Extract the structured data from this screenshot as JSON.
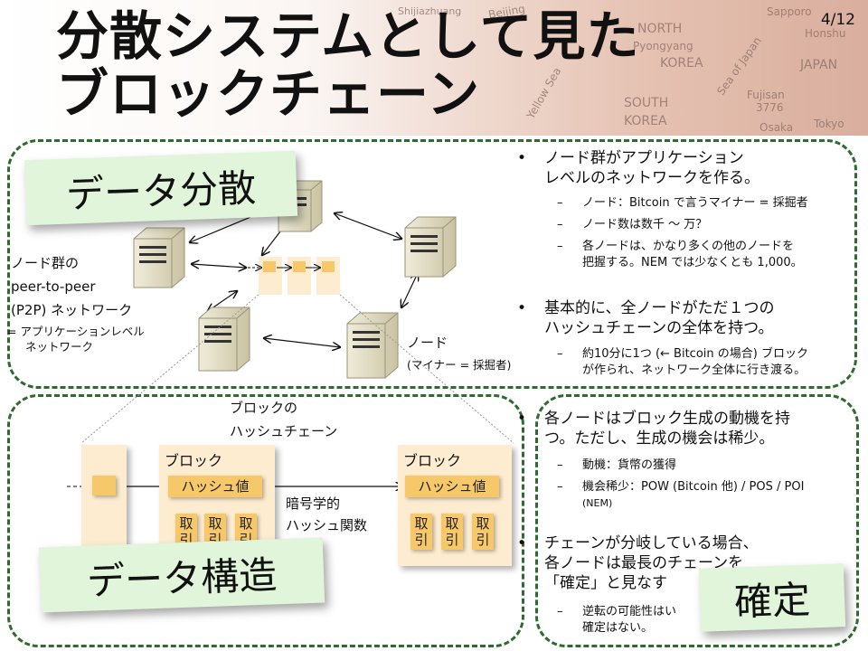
{
  "slide": {
    "title_line1": "分散システムとして見た",
    "title_line2": "ブロックチェーン",
    "page": "4/12"
  },
  "map_labels": [
    "Beijing",
    "NORTH",
    "Pyongyang",
    "KOREA",
    "SOUTH",
    "KOREA",
    "JAPAN",
    "Honshu",
    "Sea of Japan",
    "Sapporo",
    "Tokyo",
    "Osaka",
    "Fujisan",
    "3776",
    "Yellow Sea",
    "Shijiazhuang"
  ],
  "data_distribution": {
    "label": "データ分散",
    "p2p_line1": "ノード群の",
    "p2p_line2": "peer-to-peer",
    "p2p_line3": "(P2P) ネットワーク",
    "p2p_note1": "= アプリケーションレベル",
    "p2p_note2": "ネットワーク",
    "node_label": "ノード",
    "node_note": "(マイナー = 採掘者)"
  },
  "bullets_top": {
    "b1_line1": "ノード群がアプリケーション",
    "b1_line2": "レベルのネットワークを作る。",
    "s1": "ノード：Bitcoin で言うマイナー = 採掘者",
    "s2": "ノード数は数千 〜 万？",
    "s3_line1": "各ノードは、かなり多くの他のノードを",
    "s3_line2": "把握する。NEM では少なくとも 1,000。",
    "b2_line1": "基本的に、全ノードがただ１つの",
    "b2_line2": "ハッシュチェーンの全体を持つ。",
    "s4_line1": "約10分に1つ (← Bitcoin の場合) ブロック",
    "s4_line2": "が作られ、ネットワーク全体に行き渡る。"
  },
  "data_structure": {
    "label": "データ構造",
    "chain_line1": "ブロックの",
    "chain_line2": "ハッシュチェーン",
    "block_title": "ブロック",
    "hash_label": "ハッシュ値",
    "tx_label": "取引",
    "crypto_line1": "暗号学的",
    "crypto_line2": "ハッシュ関数"
  },
  "bullets_bottom": {
    "b3_line1": "各ノードはブロック生成の動機を持",
    "b3_line2": "つ。ただし、生成の機会は稀少。",
    "s5": "動機：貨幣の獲得",
    "s6": "機会稀少：POW (Bitcoin 他) / POS / POI",
    "s6b": "(NEM)",
    "b4_line1": "チェーンが分岐している場合、",
    "b4_line2": "各ノードは最長のチェーンを",
    "b4_line3": "「確定」と見なす",
    "s7_line1": "逆転の可能性はい",
    "s7_line2": "確定はない。",
    "confirm_label": "確定"
  },
  "colors": {
    "dash_green": "#2f6b2f",
    "label_bg": "#e1f5da",
    "block_bg": "#fdeccf",
    "hash_bg": "#f7c86a"
  }
}
